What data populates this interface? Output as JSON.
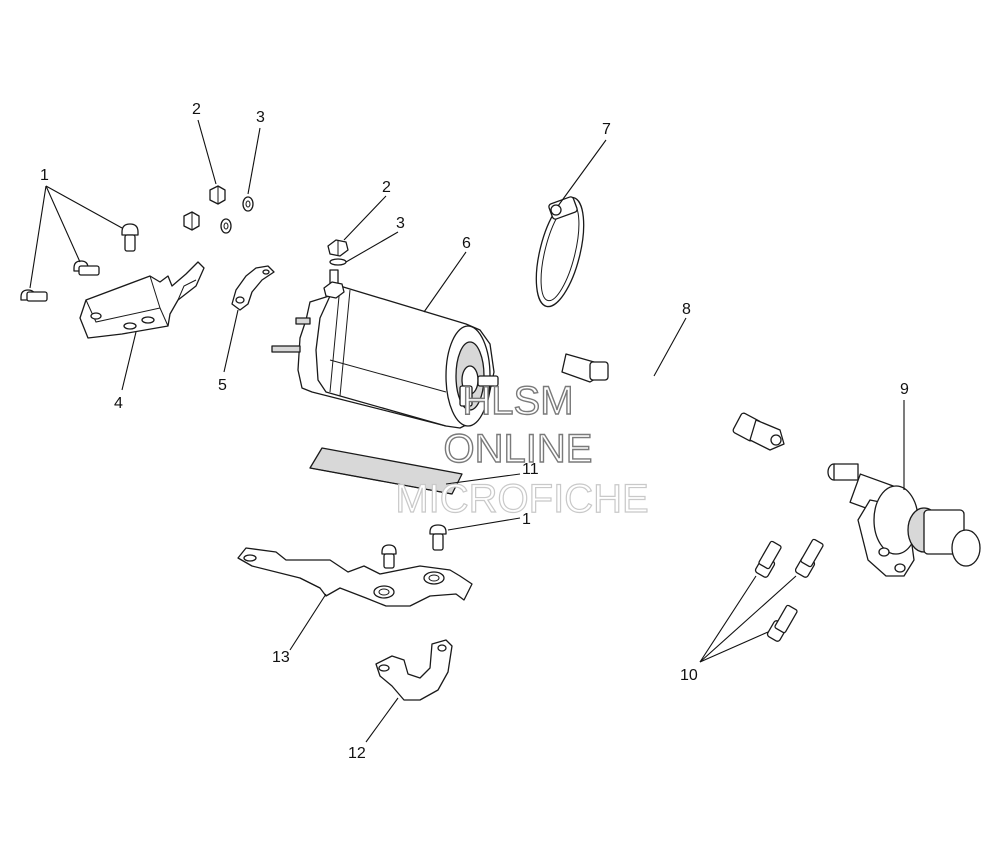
{
  "callouts": {
    "c1a": "1",
    "c2a": "2",
    "c3a": "3",
    "c4": "4",
    "c5": "5",
    "c2b": "2",
    "c3b": "3",
    "c6": "6",
    "c7": "7",
    "c8": "8",
    "c9": "9",
    "c10": "10",
    "c11": "11",
    "c1b": "1",
    "c12": "12",
    "c13": "13"
  },
  "watermark": {
    "line1": "HLSM",
    "line2": "ONLINE",
    "line3": "MICROFICHE"
  }
}
